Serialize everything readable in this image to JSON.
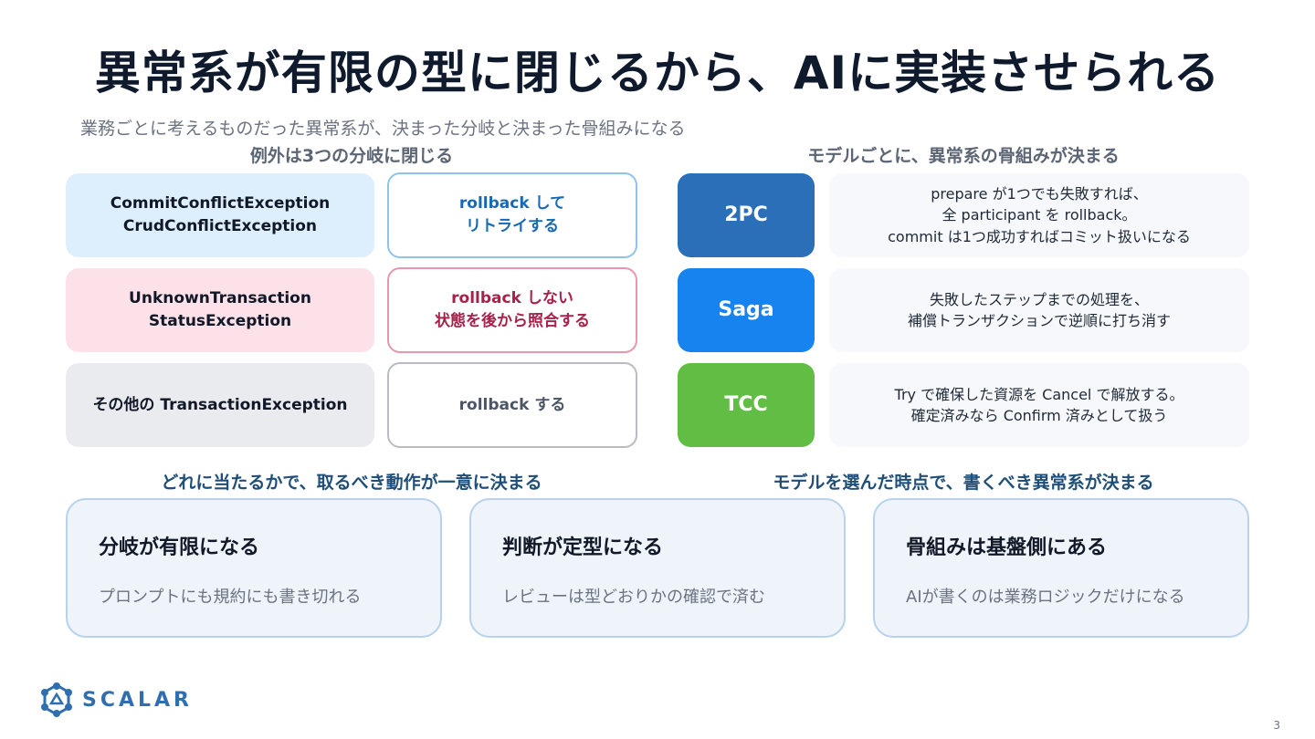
{
  "slide": {
    "title": "異常系が有限の型に閉じるから、AIに実装させられる",
    "subtitle": "業務ごとに考えるものだった異常系が、決まった分岐と決まった骨組みになる",
    "page_number": "3"
  },
  "left": {
    "heading": "例外は3つの分岐に閉じる",
    "rows": [
      {
        "exception": "CommitConflictException\nCrudConflictException",
        "action": "rollback して\nリトライする"
      },
      {
        "exception": "UnknownTransaction\nStatusException",
        "action": "rollback しない\n状態を後から照合する"
      },
      {
        "exception": "その他の TransactionException",
        "action": "rollback する"
      }
    ],
    "caption": "どれに当たるかで、取るべき動作が一意に決まる"
  },
  "right": {
    "heading": "モデルごとに、異常系の骨組みが決まる",
    "rows": [
      {
        "model": "2PC",
        "description": "prepare が1つでも失敗すれば、\n全 participant を rollback。\ncommit は1つ成功すればコミット扱いになる"
      },
      {
        "model": "Saga",
        "description": "失敗したステップまでの処理を、\n補償トランザクションで逆順に打ち消す"
      },
      {
        "model": "TCC",
        "description": "Try で確保した資源を Cancel で解放する。\n確定済みなら Confirm 済みとして扱う"
      }
    ],
    "caption": "モデルを選んだ時点で、書くべき異常系が決まる"
  },
  "cards": [
    {
      "title": "分岐が有限になる",
      "sub": "プロンプトにも規約にも書き切れる"
    },
    {
      "title": "判断が定型になる",
      "sub": "レビューは型どおりかの確認で済む"
    },
    {
      "title": "骨組みは基盤側にある",
      "sub": "AIが書くのは業務ロジックだけになる"
    }
  ],
  "logo": {
    "text": "SCALAR",
    "icon": "scalar-logo-icon"
  },
  "colors": {
    "blue_light": "#ddeefc",
    "pink_light": "#fde1e8",
    "gray_light": "#eaebee",
    "retry_text": "#1769b3",
    "reconcile_text": "#a8214b",
    "neutral_text": "#4b5563",
    "model_2pc": "#2a6fb8",
    "model_saga": "#1683ee",
    "model_tcc": "#62bd44"
  }
}
